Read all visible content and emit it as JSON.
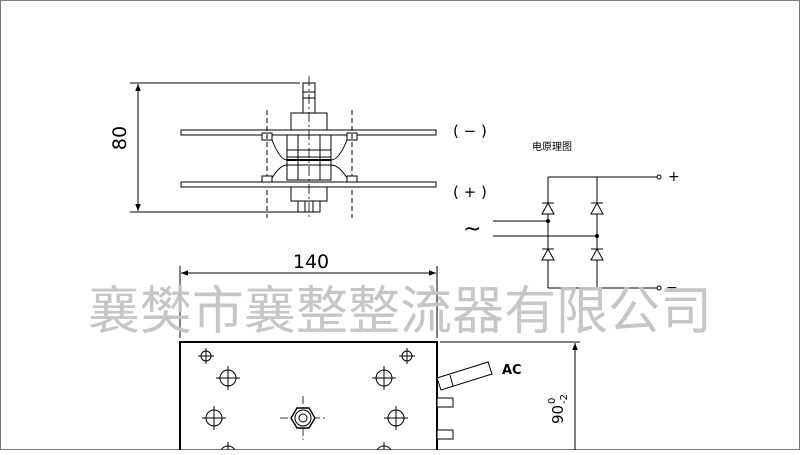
{
  "dimensions": {
    "height": "80",
    "width": "140",
    "depth_main": "90",
    "depth_tol_upper": "0",
    "depth_tol_lower": "-2"
  },
  "side_view": {
    "terminal_negative": "( − )",
    "terminal_positive": "( + )"
  },
  "circuit": {
    "title": "电原理图",
    "plus": "+",
    "minus": "−",
    "ac_symbol": "~"
  },
  "plan_view": {
    "ac_label": "AC"
  },
  "watermark": {
    "text": "襄樊市襄整整流器有限公司"
  },
  "colors": {
    "line": "#000000",
    "watermark": "#c4c4c4",
    "frame": "#7a7a7a"
  }
}
